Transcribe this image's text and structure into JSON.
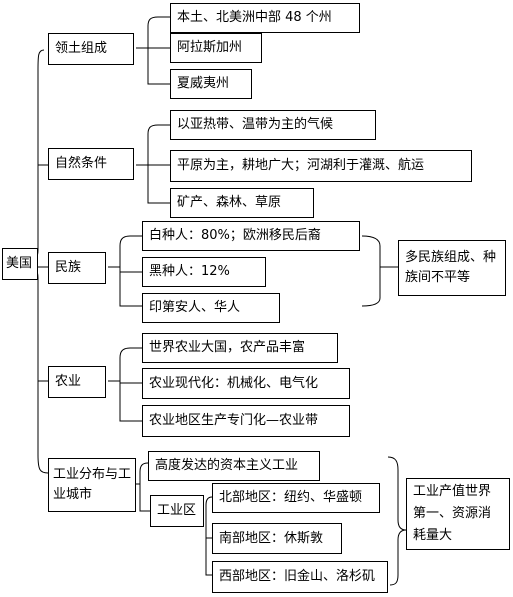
{
  "root": "美国",
  "branches": {
    "territory": {
      "label": "领土组成",
      "items": [
        "本土、北美洲中部 48 个州",
        "阿拉斯加州",
        "夏威夷州"
      ]
    },
    "nature": {
      "label": "自然条件",
      "items": [
        "以亚热带、温带为主的气候",
        "平原为主，耕地广大；河湖利于灌溉、航运",
        "矿产、森林、草原"
      ]
    },
    "ethnic": {
      "label": "民族",
      "items": [
        "白种人：80%；欧洲移民后裔",
        "黑种人：12%",
        "印第安人、华人"
      ],
      "summary": "多民族组成、种族间不平等"
    },
    "agriculture": {
      "label": "农业",
      "items": [
        "世界农业大国，农产品丰富",
        "农业现代化：机械化、电气化",
        "农业地区生产专门化—农业带"
      ]
    },
    "industry": {
      "label": "工业分布与工业城市",
      "capitalism": "高度发达的资本主义工业",
      "zone_label": "工业区",
      "regions": [
        "北部地区：纽约、华盛顿",
        "南部地区：休斯敦",
        "西部地区：旧金山、洛杉矶"
      ],
      "summary": "工业产值世界第一、资源消耗量大"
    }
  }
}
